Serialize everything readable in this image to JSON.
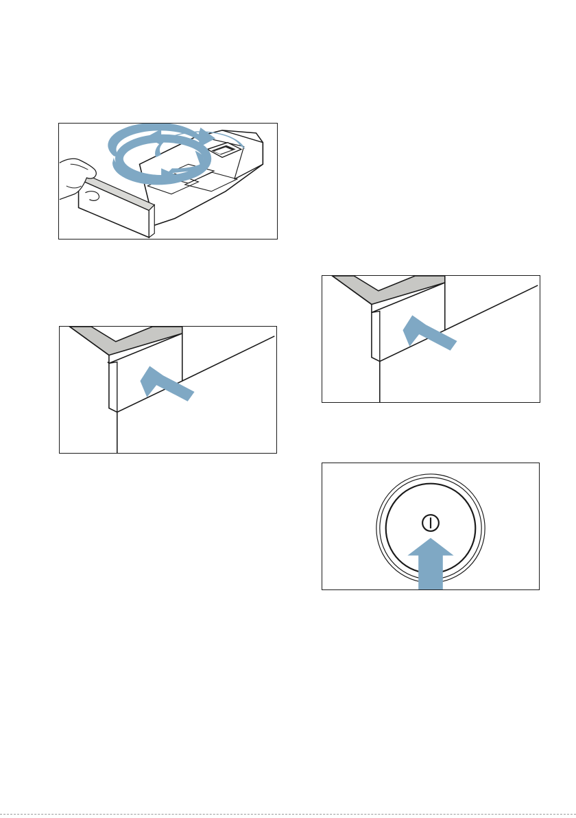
{
  "figures": [
    {
      "id": "drawer-rotate",
      "icon": "rotating-arrows-icon",
      "arrow_color": "#7fa8c4"
    },
    {
      "id": "drawer-insert-left",
      "icon": "push-arrow-icon",
      "arrow_color": "#7fa8c4"
    },
    {
      "id": "drawer-insert-right",
      "icon": "push-arrow-icon",
      "arrow_color": "#7fa8c4"
    },
    {
      "id": "power-button-press",
      "icon": "power-icon",
      "arrow_color": "#7fa8c4"
    }
  ],
  "colors": {
    "outline": "#1a1a1a",
    "arrow": "#7fa8c4",
    "drawer_rim": "#c7c7c4"
  }
}
